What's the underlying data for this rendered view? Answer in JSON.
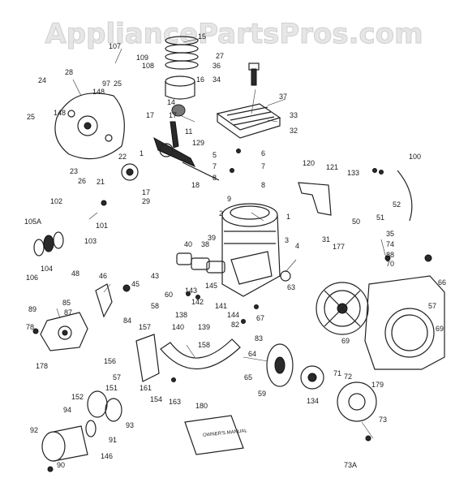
{
  "watermark": "AppliancePartsPros.com",
  "manual_label": "OWNER'S MANUAL",
  "parts": [
    {
      "id": "p107",
      "label": "107"
    },
    {
      "id": "p109",
      "label": "109"
    },
    {
      "id": "p108",
      "label": "108"
    },
    {
      "id": "p15",
      "label": "15"
    },
    {
      "id": "p27",
      "label": "27"
    },
    {
      "id": "p36",
      "label": "36"
    },
    {
      "id": "p34",
      "label": "34"
    },
    {
      "id": "p16",
      "label": "16"
    },
    {
      "id": "p28",
      "label": "28"
    },
    {
      "id": "p24",
      "label": "24"
    },
    {
      "id": "p97",
      "label": "97"
    },
    {
      "id": "p25a",
      "label": "25"
    },
    {
      "id": "p148a",
      "label": "148"
    },
    {
      "id": "p14",
      "label": "14"
    },
    {
      "id": "p37",
      "label": "37"
    },
    {
      "id": "p148b",
      "label": "148"
    },
    {
      "id": "p25b",
      "label": "25"
    },
    {
      "id": "p17a",
      "label": "17"
    },
    {
      "id": "p17b",
      "label": "17"
    },
    {
      "id": "p33",
      "label": "33"
    },
    {
      "id": "p32",
      "label": "32"
    },
    {
      "id": "p11",
      "label": "11"
    },
    {
      "id": "p129",
      "label": "129"
    },
    {
      "id": "p22",
      "label": "22"
    },
    {
      "id": "p1a",
      "label": "1"
    },
    {
      "id": "p5",
      "label": "5"
    },
    {
      "id": "p6",
      "label": "6"
    },
    {
      "id": "p7a",
      "label": "7"
    },
    {
      "id": "p7b",
      "label": "7"
    },
    {
      "id": "p23",
      "label": "23"
    },
    {
      "id": "p26",
      "label": "26"
    },
    {
      "id": "p21",
      "label": "21"
    },
    {
      "id": "p8a",
      "label": "8"
    },
    {
      "id": "p8b",
      "label": "8"
    },
    {
      "id": "p18",
      "label": "18"
    },
    {
      "id": "p120",
      "label": "120"
    },
    {
      "id": "p121",
      "label": "121"
    },
    {
      "id": "p133",
      "label": "133"
    },
    {
      "id": "p100",
      "label": "100"
    },
    {
      "id": "p17c",
      "label": "17"
    },
    {
      "id": "p29",
      "label": "29"
    },
    {
      "id": "p9",
      "label": "9"
    },
    {
      "id": "p102",
      "label": "102"
    },
    {
      "id": "p2",
      "label": "2"
    },
    {
      "id": "p52",
      "label": "52"
    },
    {
      "id": "p1b",
      "label": "1"
    },
    {
      "id": "p105a",
      "label": "105A"
    },
    {
      "id": "p101",
      "label": "101"
    },
    {
      "id": "p103",
      "label": "103"
    },
    {
      "id": "p50",
      "label": "50"
    },
    {
      "id": "p51",
      "label": "51"
    },
    {
      "id": "p35",
      "label": "35"
    },
    {
      "id": "p74",
      "label": "74"
    },
    {
      "id": "p88",
      "label": "88"
    },
    {
      "id": "p70",
      "label": "70"
    },
    {
      "id": "p31",
      "label": "31"
    },
    {
      "id": "p177",
      "label": "177"
    },
    {
      "id": "p40",
      "label": "40"
    },
    {
      "id": "p38",
      "label": "38"
    },
    {
      "id": "p39",
      "label": "39"
    },
    {
      "id": "p3",
      "label": "3"
    },
    {
      "id": "p4",
      "label": "4"
    },
    {
      "id": "p104",
      "label": "104"
    },
    {
      "id": "p106",
      "label": "106"
    },
    {
      "id": "p48",
      "label": "48"
    },
    {
      "id": "p46",
      "label": "46"
    },
    {
      "id": "p43",
      "label": "43"
    },
    {
      "id": "p63",
      "label": "63"
    },
    {
      "id": "p66",
      "label": "66"
    },
    {
      "id": "p45",
      "label": "45"
    },
    {
      "id": "p60",
      "label": "60"
    },
    {
      "id": "p143",
      "label": "143"
    },
    {
      "id": "p145",
      "label": "145"
    },
    {
      "id": "p85",
      "label": "85"
    },
    {
      "id": "p87",
      "label": "87"
    },
    {
      "id": "p58",
      "label": "58"
    },
    {
      "id": "p142",
      "label": "142"
    },
    {
      "id": "p141",
      "label": "141"
    },
    {
      "id": "p67",
      "label": "67"
    },
    {
      "id": "p57a",
      "label": "57"
    },
    {
      "id": "p89",
      "label": "89"
    },
    {
      "id": "p84",
      "label": "84"
    },
    {
      "id": "p138",
      "label": "138"
    },
    {
      "id": "p144",
      "label": "144"
    },
    {
      "id": "p69a",
      "label": "69"
    },
    {
      "id": "p140",
      "label": "140"
    },
    {
      "id": "p139",
      "label": "139"
    },
    {
      "id": "p82",
      "label": "82"
    },
    {
      "id": "p78",
      "label": "78"
    },
    {
      "id": "p157",
      "label": "157"
    },
    {
      "id": "p83",
      "label": "83"
    },
    {
      "id": "p69b",
      "label": "69"
    },
    {
      "id": "p158",
      "label": "158"
    },
    {
      "id": "p64",
      "label": "64"
    },
    {
      "id": "p178",
      "label": "178"
    },
    {
      "id": "p156",
      "label": "156"
    },
    {
      "id": "p57b",
      "label": "57"
    },
    {
      "id": "p71",
      "label": "71"
    },
    {
      "id": "p72",
      "label": "72"
    },
    {
      "id": "p179",
      "label": "179"
    },
    {
      "id": "p161",
      "label": "161"
    },
    {
      "id": "p65",
      "label": "65"
    },
    {
      "id": "p151",
      "label": "151"
    },
    {
      "id": "p59",
      "label": "59"
    },
    {
      "id": "p134",
      "label": "134"
    },
    {
      "id": "p152",
      "label": "152"
    },
    {
      "id": "p154",
      "label": "154"
    },
    {
      "id": "p163",
      "label": "163"
    },
    {
      "id": "p180",
      "label": "180"
    },
    {
      "id": "p94",
      "label": "94"
    },
    {
      "id": "p93",
      "label": "93"
    },
    {
      "id": "p73",
      "label": "73"
    },
    {
      "id": "p92",
      "label": "92"
    },
    {
      "id": "p91",
      "label": "91"
    },
    {
      "id": "p146",
      "label": "146"
    },
    {
      "id": "p90",
      "label": "90"
    },
    {
      "id": "p73a",
      "label": "73A"
    }
  ]
}
